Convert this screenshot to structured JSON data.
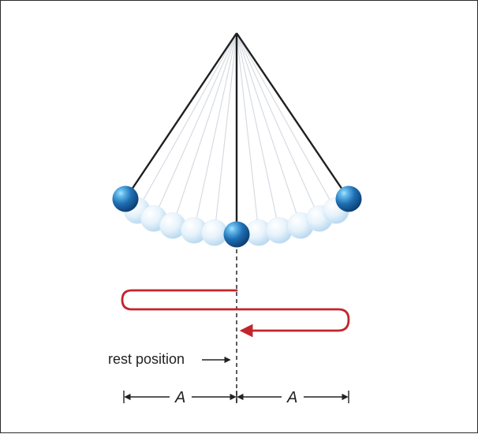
{
  "diagram": {
    "rest_label": "rest position",
    "amplitude_left_label": "A",
    "amplitude_right_label": "A"
  },
  "colors": {
    "string": "#1f1f1f",
    "faint_string": "#d7dbe2",
    "ghost_ball": "#d9ebf7",
    "ball_main": "#1f6fb4",
    "ball_highlight": "#7fd0ff",
    "path": "#c2252b",
    "rest_line": "#333333"
  }
}
